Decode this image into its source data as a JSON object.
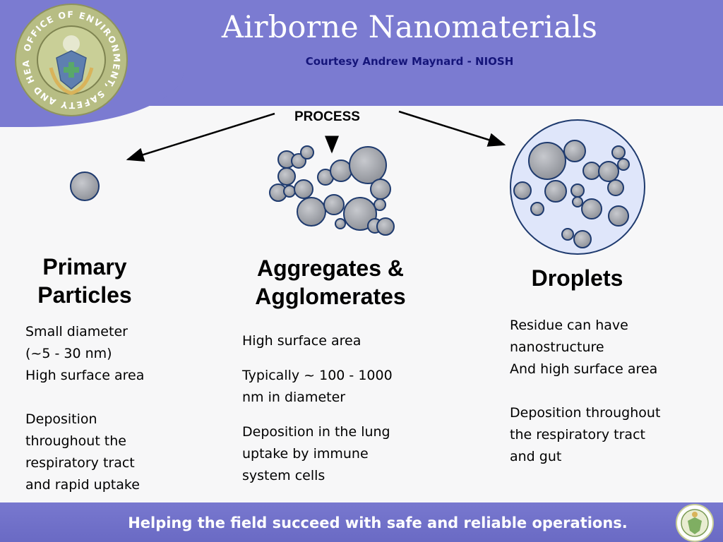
{
  "header": {
    "title": "Airborne Nanomaterials",
    "subtitle": "Courtesy Andrew Maynard - NIOSH",
    "seal_text": "OFFICE OF ENVIRONMENT, SAFETY AND HEALTH"
  },
  "process_label": "PROCESS",
  "columns": [
    {
      "heading_lines": [
        "Primary",
        "Particles"
      ],
      "body": [
        "Small diameter",
        "(~5 - 30 nm)",
        "High surface area",
        "",
        "Deposition",
        "throughout the",
        "respiratory tract",
        "and rapid uptake"
      ]
    },
    {
      "heading_lines": [
        "Aggregates &",
        "Agglomerates"
      ],
      "body": [
        "High surface area",
        "Typically ~ 100 - 1000",
        "nm in diameter",
        "Deposition in the lung",
        "uptake by immune",
        "system cells"
      ]
    },
    {
      "heading_lines": [
        "Droplets"
      ],
      "body": [
        "Residue can have",
        "nanostructure",
        "And high surface area",
        "",
        "Deposition throughout",
        "the respiratory tract",
        "and gut"
      ]
    }
  ],
  "footer": {
    "tagline": "Helping the field succeed with safe and reliable operations."
  },
  "colors": {
    "header_bg": "#7b7bd1",
    "subtitle": "#15157a",
    "particle_fill": "#a9acb3",
    "droplet_fill": "#dfe6fa"
  },
  "icons": [
    "doe-seal-icon",
    "doe-footer-logo-icon"
  ]
}
